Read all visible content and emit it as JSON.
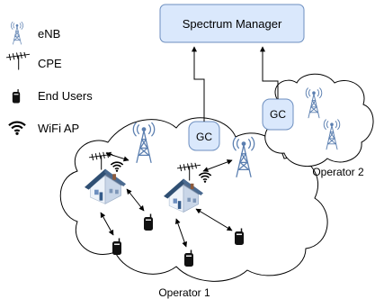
{
  "legend": {
    "enb": "eNB",
    "cpe": "CPE",
    "end_users": "End Users",
    "wifi_ap": "WiFi AP"
  },
  "spectrum_manager": "Spectrum Manager",
  "gc": "GC",
  "operator_1": "Operator 1",
  "operator_2": "Operator 2",
  "colors": {
    "box_fill": "#dae8fc",
    "box_stroke": "#6c8ebf",
    "tower_stroke": "#5b7fb0",
    "device_fill": "#111111"
  }
}
